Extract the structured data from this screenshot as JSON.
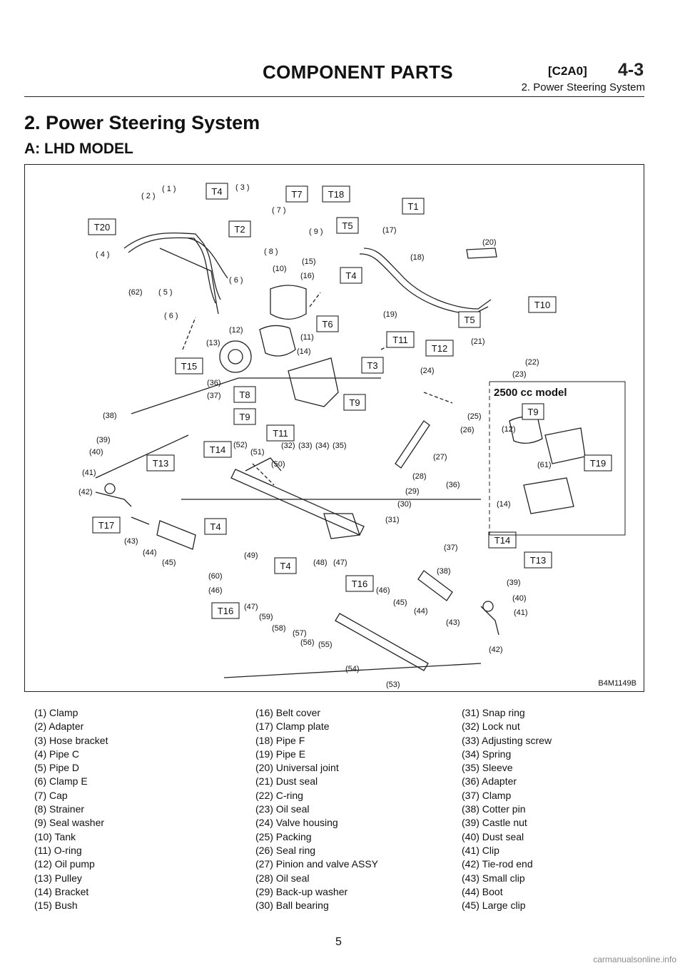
{
  "header": {
    "title": "COMPONENT PARTS",
    "code": "[C2A0]",
    "section_number": "4-3",
    "subtitle": "2. Power Steering System"
  },
  "section_title": "2. Power Steering System",
  "subsection_title": "A: LHD MODEL",
  "figure": {
    "id": "B4M1149B",
    "inset_title": "2500 cc model",
    "torque_labels": [
      {
        "name": "T20"
      },
      {
        "name": "T4"
      },
      {
        "name": "T2"
      },
      {
        "name": "T7"
      },
      {
        "name": "T18"
      },
      {
        "name": "T5"
      },
      {
        "name": "T1"
      },
      {
        "name": "T4"
      },
      {
        "name": "T10"
      },
      {
        "name": "T6"
      },
      {
        "name": "T5"
      },
      {
        "name": "T11"
      },
      {
        "name": "T12"
      },
      {
        "name": "T15"
      },
      {
        "name": "T3"
      },
      {
        "name": "T8"
      },
      {
        "name": "T9"
      },
      {
        "name": "T9"
      },
      {
        "name": "T11"
      },
      {
        "name": "T14"
      },
      {
        "name": "T13"
      },
      {
        "name": "T17"
      },
      {
        "name": "T4"
      },
      {
        "name": "T4"
      },
      {
        "name": "T16"
      },
      {
        "name": "T16"
      },
      {
        "name": "T14"
      },
      {
        "name": "T13"
      },
      {
        "name": "T9"
      },
      {
        "name": "T19"
      }
    ],
    "part_labels": [
      "( 2 )",
      "( 1 )",
      "( 3 )",
      "( 7 )",
      "( 9 )",
      "( 8 )",
      "(15)",
      "(16)",
      "(10)",
      "(17)",
      "(20)",
      "(18)",
      "( 4 )",
      "(62)",
      "( 5 )",
      "( 6 )",
      "( 6 )",
      "(19)",
      "(12)",
      "(11)",
      "(13)",
      "(14)",
      "(21)",
      "(22)",
      "(23)",
      "(24)",
      "(36)",
      "(37)",
      "(38)",
      "(39)",
      "(25)",
      "(26)",
      "(12)",
      "(40)",
      "(52)",
      "(51)",
      "(32)",
      "(33)",
      "(34)",
      "(35)",
      "(27)",
      "(61)",
      "(41)",
      "(50)",
      "(28)",
      "(42)",
      "(29)",
      "(36)",
      "(30)",
      "(14)",
      "(31)",
      "(43)",
      "(44)",
      "(49)",
      "(47)",
      "(48)",
      "(37)",
      "(45)",
      "(60)",
      "(38)",
      "(46)",
      "(46)",
      "(39)",
      "(45)",
      "(40)",
      "(47)",
      "(44)",
      "(59)",
      "(43)",
      "(41)",
      "(58)",
      "(57)",
      "(56)",
      "(55)",
      "(42)",
      "(54)",
      "(53)"
    ]
  },
  "legend": {
    "column1": [
      "(1) Clamp",
      "(2) Adapter",
      "(3) Hose bracket",
      "(4) Pipe C",
      "(5) Pipe D",
      "(6) Clamp E",
      "(7) Cap",
      "(8) Strainer",
      "(9) Seal washer",
      "(10) Tank",
      "(11) O-ring",
      "(12) Oil pump",
      "(13) Pulley",
      "(14) Bracket",
      "(15) Bush"
    ],
    "column2": [
      "(16) Belt cover",
      "(17) Clamp plate",
      "(18) Pipe F",
      "(19) Pipe E",
      "(20) Universal joint",
      "(21) Dust seal",
      "(22) C-ring",
      "(23) Oil seal",
      "(24) Valve housing",
      "(25) Packing",
      "(26) Seal ring",
      "(27) Pinion and valve ASSY",
      "(28) Oil seal",
      "(29) Back-up washer",
      "(30) Ball bearing"
    ],
    "column3": [
      "(31) Snap ring",
      "(32) Lock nut",
      "(33) Adjusting screw",
      "(34) Spring",
      "(35) Sleeve",
      "(36) Adapter",
      "(37) Clamp",
      "(38) Cotter pin",
      "(39) Castle nut",
      "(40) Dust seal",
      "(41) Clip",
      "(42) Tie-rod end",
      "(43) Small clip",
      "(44) Boot",
      "(45) Large clip"
    ]
  },
  "page_number": "5",
  "footer": "carmanualsonline.info"
}
